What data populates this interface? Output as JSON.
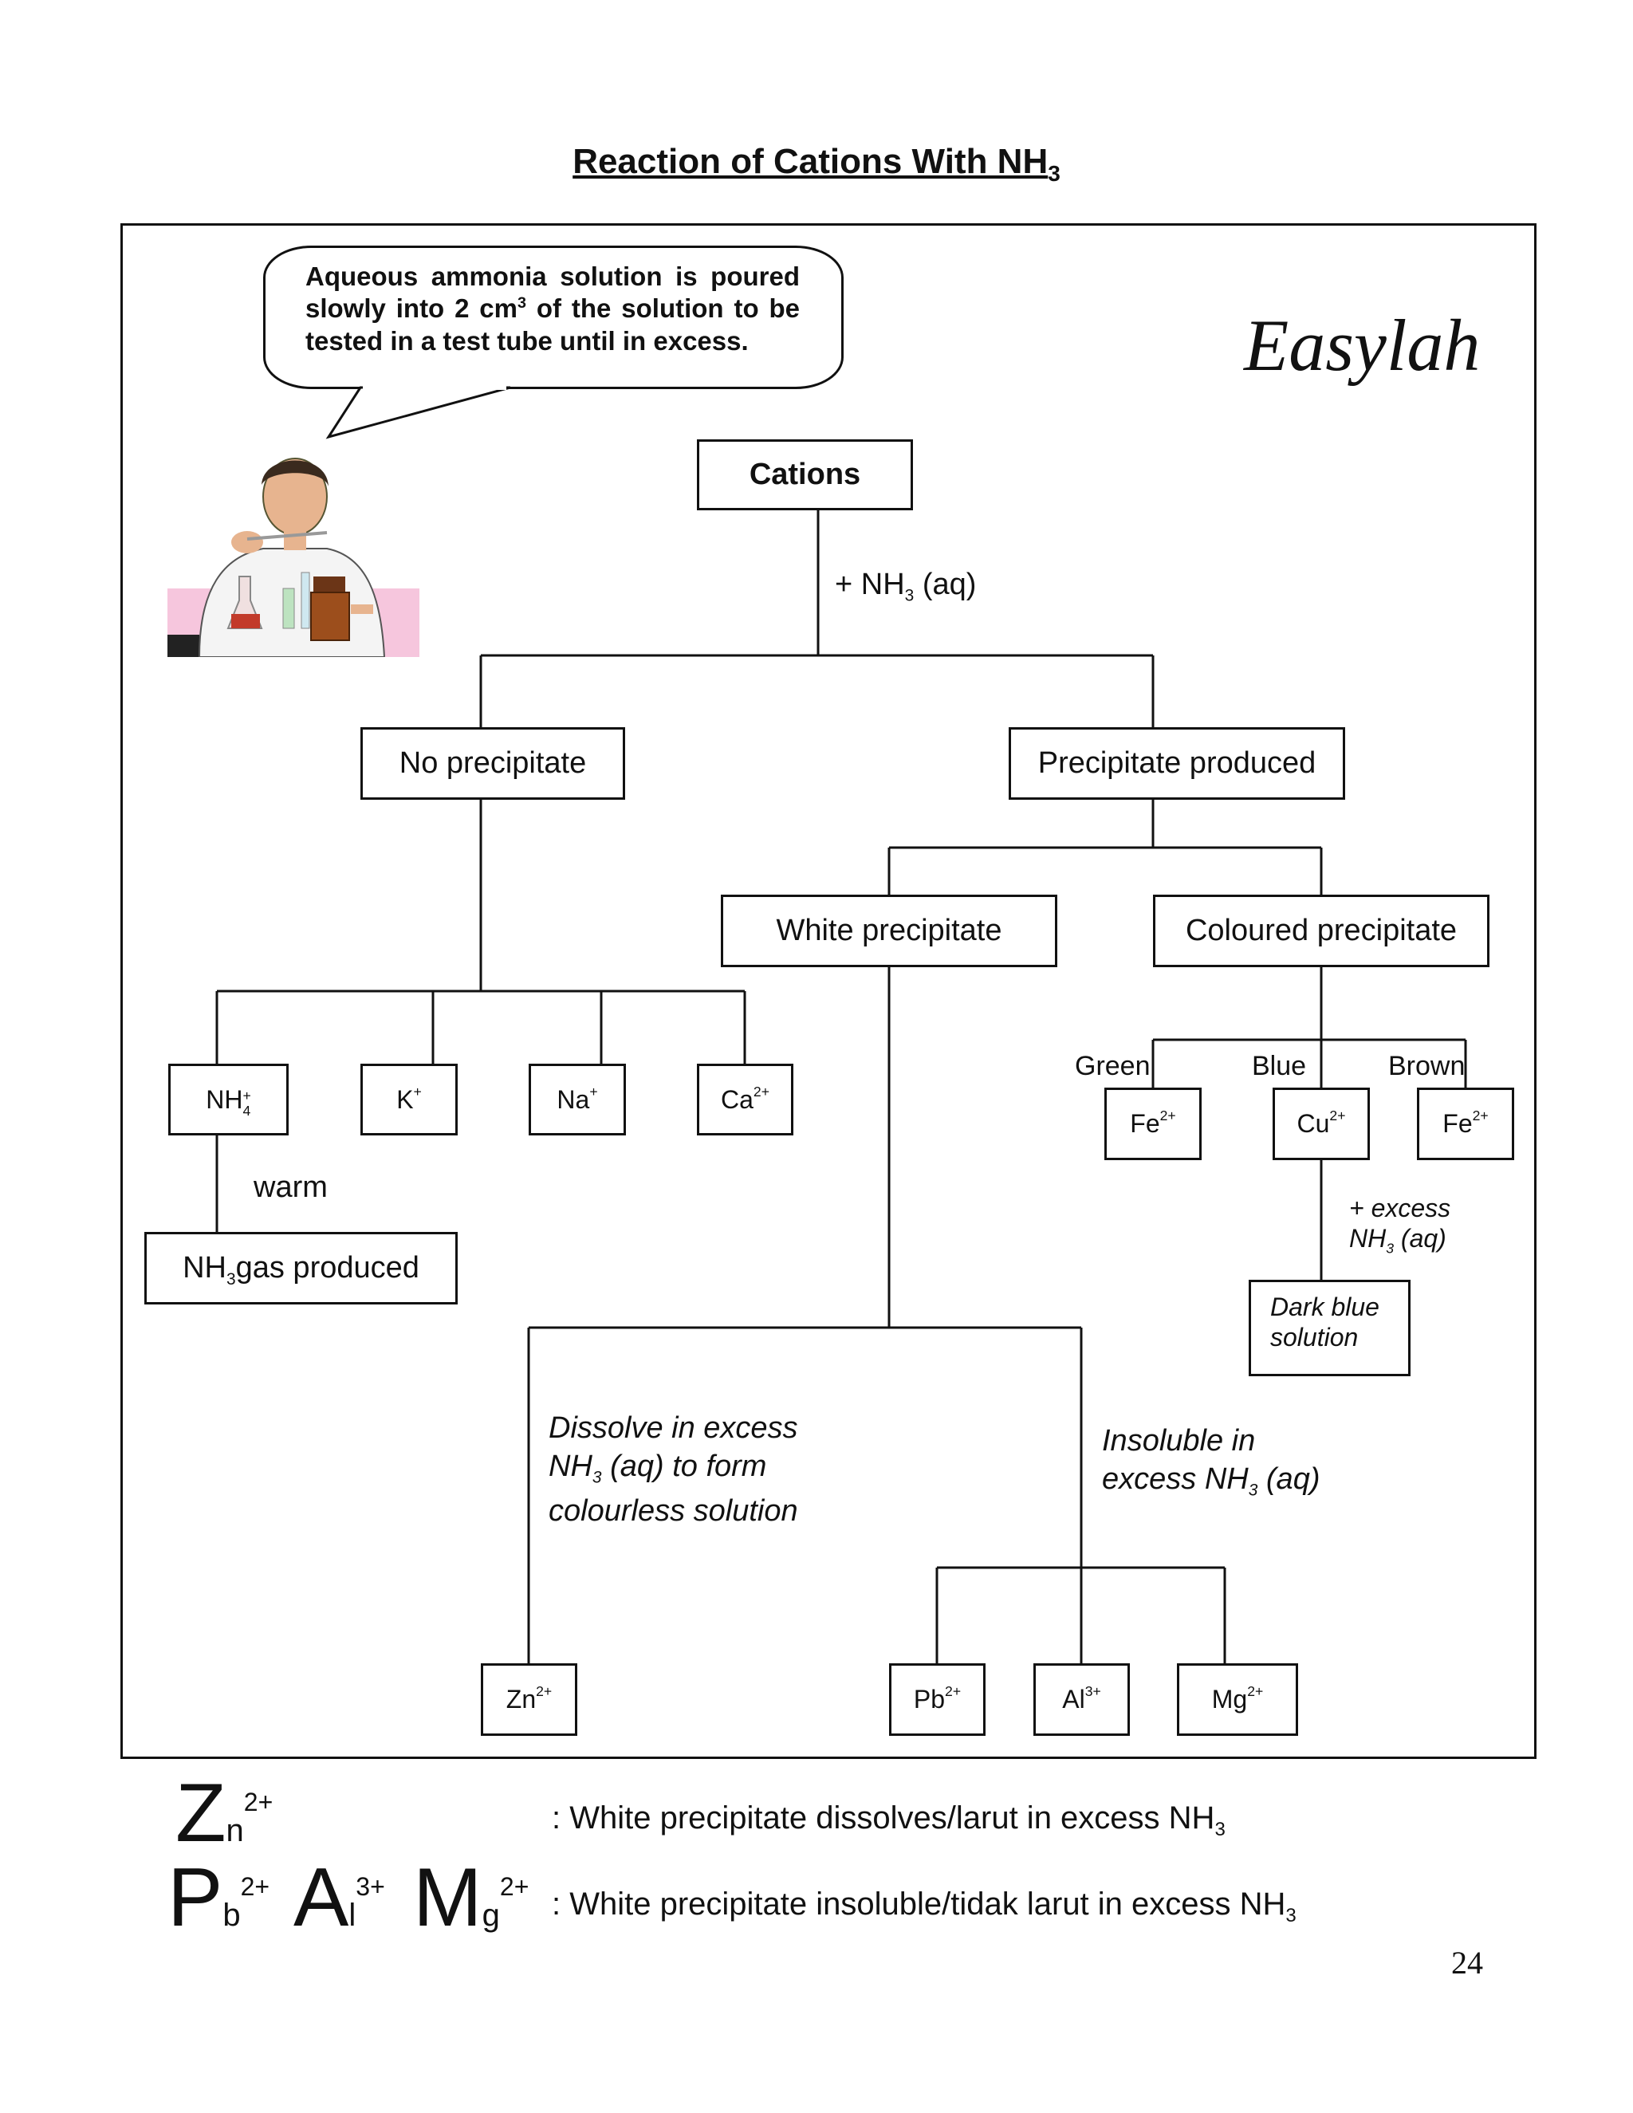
{
  "title": {
    "text": "Reaction of Cations With NH",
    "sub": "3"
  },
  "speech_bubble": {
    "text_pre": "Aqueous ammonia solution is poured slowly into 2 cm",
    "text_sup": "3",
    "text_post": " of the solution to be tested in a test tube until in excess."
  },
  "brand": "Easylah",
  "nodes": {
    "cations": "Cations",
    "reagent": {
      "pre": "+ NH",
      "sub": "3",
      "post": " (aq)"
    },
    "no_precipitate": "No precipitate",
    "precipitate_produced": "Precipitate produced",
    "white_precipitate": "White precipitate",
    "coloured_precipitate": "Coloured precipitate",
    "nh4": {
      "base": "NH",
      "sub": "4",
      "sup": "+"
    },
    "k": {
      "base": "K",
      "sup": "+"
    },
    "na": {
      "base": "Na",
      "sup": "+"
    },
    "ca": {
      "base": "Ca",
      "sup": "2+"
    },
    "warm": "warm",
    "nh3_gas": {
      "pre": "NH",
      "sub": "3",
      "post": " gas produced"
    },
    "green": "Green",
    "blue": "Blue",
    "brown": "Brown",
    "fe_green": {
      "base": "Fe",
      "sup": "2+"
    },
    "cu": {
      "base": "Cu",
      "sup": "2+"
    },
    "fe_brown": {
      "base": "Fe",
      "sup": "2+"
    },
    "excess_nh3": {
      "line1": "+ excess",
      "pre": "NH",
      "sub": "3",
      "post": " (aq)"
    },
    "dark_blue": {
      "line1": "Dark blue",
      "line2": "solution"
    },
    "dissolve": {
      "line1": "Dissolve in excess",
      "pre": "NH",
      "sub": "3",
      "post": " (aq) to form",
      "line3": "colourless solution"
    },
    "insoluble": {
      "line1": "Insoluble in",
      "pre": "excess NH",
      "sub": "3",
      "post": " (aq)"
    },
    "zn": {
      "base": "Zn",
      "sup": "2+"
    },
    "pb": {
      "base": "Pb",
      "sup": "2+"
    },
    "al": {
      "base": "Al",
      "sup": "3+"
    },
    "mg": {
      "base": "Mg",
      "sup": "2+"
    }
  },
  "legend": {
    "row1": {
      "ions": [
        {
          "big": "Z",
          "small": "n",
          "sup": "2+"
        }
      ],
      "text": ": White precipitate dissolves/larut in excess NH",
      "sub": "3"
    },
    "row2": {
      "ions": [
        {
          "big": "P",
          "small": "b",
          "sup": "2+"
        },
        {
          "big": "A",
          "small": "l",
          "sup": "3+"
        },
        {
          "big": "M",
          "small": "g",
          "sup": "2+"
        }
      ],
      "text": ": White precipitate insoluble/tidak larut in excess NH",
      "sub": "3"
    }
  },
  "page_number": "24"
}
